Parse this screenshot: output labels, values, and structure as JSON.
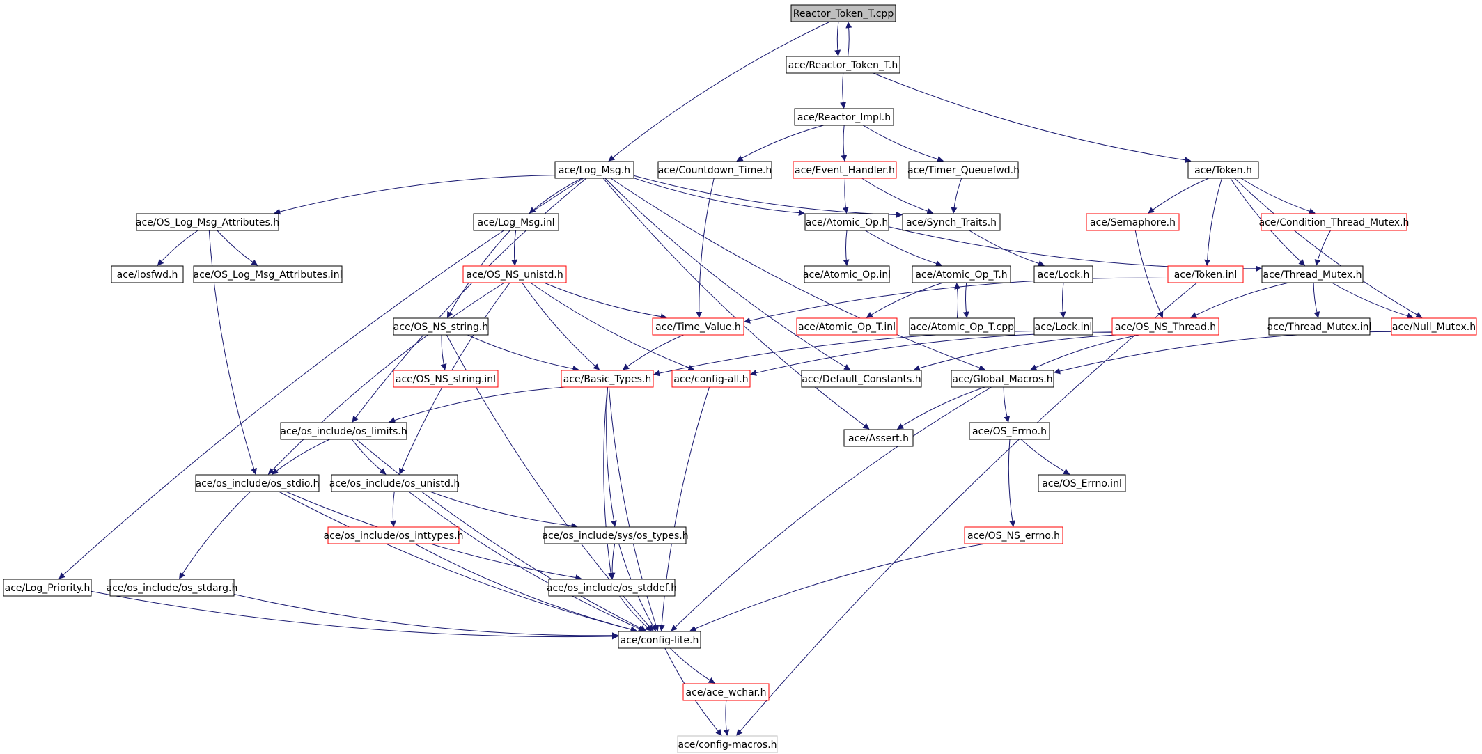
{
  "colors": {
    "edge": "#191970",
    "border_normal": "#000000",
    "border_truncated": "#ff0000",
    "border_missing": "#bfbfbf",
    "root_fill": "#bfbfbf",
    "node_fill": "#ffffff"
  },
  "nodes": [
    {
      "id": "root",
      "label": "Reactor_Token_T.cpp",
      "kind": "root"
    },
    {
      "id": "rtt_h",
      "label": "ace/Reactor_Token_T.h",
      "kind": "normal"
    },
    {
      "id": "reactor_impl",
      "label": "ace/Reactor_Impl.h",
      "kind": "normal"
    },
    {
      "id": "log_msg_h",
      "label": "ace/Log_Msg.h",
      "kind": "normal"
    },
    {
      "id": "countdown",
      "label": "ace/Countdown_Time.h",
      "kind": "normal"
    },
    {
      "id": "event_handler",
      "label": "ace/Event_Handler.h",
      "kind": "truncated"
    },
    {
      "id": "timer_qfwd",
      "label": "ace/Timer_Queuefwd.h",
      "kind": "normal"
    },
    {
      "id": "token_h",
      "label": "ace/Token.h",
      "kind": "normal"
    },
    {
      "id": "oslma_h",
      "label": "ace/OS_Log_Msg_Attributes.h",
      "kind": "normal"
    },
    {
      "id": "log_msg_inl",
      "label": "ace/Log_Msg.inl",
      "kind": "normal"
    },
    {
      "id": "atomic_op_h",
      "label": "ace/Atomic_Op.h",
      "kind": "normal"
    },
    {
      "id": "synch_traits",
      "label": "ace/Synch_Traits.h",
      "kind": "normal"
    },
    {
      "id": "semaphore",
      "label": "ace/Semaphore.h",
      "kind": "truncated"
    },
    {
      "id": "cond_thread_mutex",
      "label": "ace/Condition_Thread_Mutex.h",
      "kind": "truncated"
    },
    {
      "id": "iosfwd",
      "label": "ace/iosfwd.h",
      "kind": "normal"
    },
    {
      "id": "oslma_inl",
      "label": "ace/OS_Log_Msg_Attributes.inl",
      "kind": "normal"
    },
    {
      "id": "os_ns_unistd",
      "label": "ace/OS_NS_unistd.h",
      "kind": "truncated"
    },
    {
      "id": "atomic_op_inl",
      "label": "ace/Atomic_Op.inl",
      "kind": "normal"
    },
    {
      "id": "atomic_op_t_h",
      "label": "ace/Atomic_Op_T.h",
      "kind": "normal"
    },
    {
      "id": "lock_h",
      "label": "ace/Lock.h",
      "kind": "normal"
    },
    {
      "id": "token_inl",
      "label": "ace/Token.inl",
      "kind": "truncated"
    },
    {
      "id": "thread_mutex_h",
      "label": "ace/Thread_Mutex.h",
      "kind": "normal"
    },
    {
      "id": "os_ns_string_h",
      "label": "ace/OS_NS_string.h",
      "kind": "normal"
    },
    {
      "id": "time_value",
      "label": "ace/Time_Value.h",
      "kind": "truncated"
    },
    {
      "id": "atomic_op_t_inl",
      "label": "ace/Atomic_Op_T.inl",
      "kind": "truncated"
    },
    {
      "id": "atomic_op_t_cpp",
      "label": "ace/Atomic_Op_T.cpp",
      "kind": "normal"
    },
    {
      "id": "lock_inl",
      "label": "ace/Lock.inl",
      "kind": "normal"
    },
    {
      "id": "os_ns_thread",
      "label": "ace/OS_NS_Thread.h",
      "kind": "truncated"
    },
    {
      "id": "thread_mutex_inl",
      "label": "ace/Thread_Mutex.inl",
      "kind": "normal"
    },
    {
      "id": "null_mutex",
      "label": "ace/Null_Mutex.h",
      "kind": "truncated"
    },
    {
      "id": "os_ns_string_inl",
      "label": "ace/OS_NS_string.inl",
      "kind": "truncated"
    },
    {
      "id": "basic_types",
      "label": "ace/Basic_Types.h",
      "kind": "truncated"
    },
    {
      "id": "config_all",
      "label": "ace/config-all.h",
      "kind": "truncated"
    },
    {
      "id": "default_constants",
      "label": "ace/Default_Constants.h",
      "kind": "normal"
    },
    {
      "id": "global_macros",
      "label": "ace/Global_Macros.h",
      "kind": "normal"
    },
    {
      "id": "os_limits",
      "label": "ace/os_include/os_limits.h",
      "kind": "normal"
    },
    {
      "id": "assert_h",
      "label": "ace/Assert.h",
      "kind": "normal"
    },
    {
      "id": "os_errno_h",
      "label": "ace/OS_Errno.h",
      "kind": "normal"
    },
    {
      "id": "os_stdio",
      "label": "ace/os_include/os_stdio.h",
      "kind": "normal"
    },
    {
      "id": "os_unistd",
      "label": "ace/os_include/os_unistd.h",
      "kind": "normal"
    },
    {
      "id": "os_errno_inl",
      "label": "ace/OS_Errno.inl",
      "kind": "normal"
    },
    {
      "id": "os_inttypes",
      "label": "ace/os_include/os_inttypes.h",
      "kind": "truncated"
    },
    {
      "id": "sys_os_types",
      "label": "ace/os_include/sys/os_types.h",
      "kind": "normal"
    },
    {
      "id": "os_ns_errno",
      "label": "ace/OS_NS_errno.h",
      "kind": "truncated"
    },
    {
      "id": "log_priority",
      "label": "ace/Log_Priority.h",
      "kind": "normal"
    },
    {
      "id": "os_stdarg",
      "label": "ace/os_include/os_stdarg.h",
      "kind": "normal"
    },
    {
      "id": "os_stddef",
      "label": "ace/os_include/os_stddef.h",
      "kind": "normal"
    },
    {
      "id": "config_lite",
      "label": "ace/config-lite.h",
      "kind": "normal"
    },
    {
      "id": "ace_wchar",
      "label": "ace/ace_wchar.h",
      "kind": "truncated"
    },
    {
      "id": "config_macros",
      "label": "ace/config-macros.h",
      "kind": "missing"
    }
  ],
  "edges": [
    [
      "root",
      "rtt_h"
    ],
    [
      "rtt_h",
      "root"
    ],
    [
      "root",
      "log_msg_h"
    ],
    [
      "rtt_h",
      "reactor_impl"
    ],
    [
      "rtt_h",
      "token_h"
    ],
    [
      "reactor_impl",
      "countdown"
    ],
    [
      "reactor_impl",
      "event_handler"
    ],
    [
      "reactor_impl",
      "timer_qfwd"
    ],
    [
      "event_handler",
      "atomic_op_h"
    ],
    [
      "event_handler",
      "synch_traits"
    ],
    [
      "timer_qfwd",
      "synch_traits"
    ],
    [
      "countdown",
      "time_value"
    ],
    [
      "log_msg_h",
      "oslma_h"
    ],
    [
      "log_msg_h",
      "log_msg_inl"
    ],
    [
      "log_msg_h",
      "atomic_op_h"
    ],
    [
      "log_msg_h",
      "synch_traits"
    ],
    [
      "log_msg_h",
      "log_priority"
    ],
    [
      "log_msg_h",
      "os_limits"
    ],
    [
      "log_msg_h",
      "default_constants"
    ],
    [
      "log_msg_h",
      "global_macros"
    ],
    [
      "log_msg_h",
      "assert_h"
    ],
    [
      "oslma_h",
      "iosfwd"
    ],
    [
      "oslma_h",
      "oslma_inl"
    ],
    [
      "oslma_h",
      "os_stdio"
    ],
    [
      "log_msg_inl",
      "os_ns_unistd"
    ],
    [
      "log_msg_inl",
      "os_ns_string_h"
    ],
    [
      "atomic_op_h",
      "atomic_op_inl"
    ],
    [
      "atomic_op_h",
      "atomic_op_t_h"
    ],
    [
      "atomic_op_h",
      "thread_mutex_h"
    ],
    [
      "atomic_op_t_h",
      "atomic_op_t_inl"
    ],
    [
      "atomic_op_t_h",
      "atomic_op_t_cpp"
    ],
    [
      "atomic_op_t_cpp",
      "atomic_op_t_h"
    ],
    [
      "synch_traits",
      "lock_h"
    ],
    [
      "lock_h",
      "lock_inl"
    ],
    [
      "token_h",
      "semaphore"
    ],
    [
      "token_h",
      "cond_thread_mutex"
    ],
    [
      "token_h",
      "token_inl"
    ],
    [
      "token_h",
      "thread_mutex_h"
    ],
    [
      "token_h",
      "null_mutex"
    ],
    [
      "semaphore",
      "os_ns_thread"
    ],
    [
      "cond_thread_mutex",
      "thread_mutex_h"
    ],
    [
      "token_inl",
      "time_value"
    ],
    [
      "token_inl",
      "config_macros"
    ],
    [
      "thread_mutex_h",
      "os_ns_thread"
    ],
    [
      "thread_mutex_h",
      "thread_mutex_inl"
    ],
    [
      "thread_mutex_h",
      "null_mutex"
    ],
    [
      "null_mutex",
      "global_macros"
    ],
    [
      "os_ns_unistd",
      "time_value"
    ],
    [
      "os_ns_unistd",
      "basic_types"
    ],
    [
      "os_ns_unistd",
      "config_all"
    ],
    [
      "os_ns_unistd",
      "os_stdio"
    ],
    [
      "os_ns_unistd",
      "os_unistd"
    ],
    [
      "os_ns_string_h",
      "os_ns_string_inl"
    ],
    [
      "os_ns_string_h",
      "basic_types"
    ],
    [
      "os_ns_string_h",
      "config_lite"
    ],
    [
      "time_value",
      "basic_types"
    ],
    [
      "os_ns_thread",
      "basic_types"
    ],
    [
      "os_ns_thread",
      "config_all"
    ],
    [
      "os_ns_thread",
      "default_constants"
    ],
    [
      "os_ns_thread",
      "global_macros"
    ],
    [
      "basic_types",
      "os_limits"
    ],
    [
      "basic_types",
      "sys_os_types"
    ],
    [
      "basic_types",
      "os_stddef"
    ],
    [
      "basic_types",
      "config_lite"
    ],
    [
      "config_all",
      "config_lite"
    ],
    [
      "global_macros",
      "assert_h"
    ],
    [
      "global_macros",
      "os_errno_h"
    ],
    [
      "global_macros",
      "config_lite"
    ],
    [
      "os_errno_h",
      "os_errno_inl"
    ],
    [
      "os_errno_h",
      "os_ns_errno"
    ],
    [
      "os_ns_errno",
      "config_lite"
    ],
    [
      "os_limits",
      "os_stdio"
    ],
    [
      "os_limits",
      "os_unistd"
    ],
    [
      "os_limits",
      "config_lite"
    ],
    [
      "os_stdio",
      "os_stdarg"
    ],
    [
      "os_stdio",
      "os_stddef"
    ],
    [
      "os_stdio",
      "config_lite"
    ],
    [
      "os_unistd",
      "os_inttypes"
    ],
    [
      "os_unistd",
      "sys_os_types"
    ],
    [
      "os_unistd",
      "config_lite"
    ],
    [
      "os_inttypes",
      "config_lite"
    ],
    [
      "sys_os_types",
      "os_stddef"
    ],
    [
      "sys_os_types",
      "config_lite"
    ],
    [
      "log_priority",
      "config_lite"
    ],
    [
      "os_stdarg",
      "config_lite"
    ],
    [
      "os_stddef",
      "config_lite"
    ],
    [
      "config_lite",
      "ace_wchar"
    ],
    [
      "config_lite",
      "config_macros"
    ],
    [
      "ace_wchar",
      "config_macros"
    ]
  ]
}
